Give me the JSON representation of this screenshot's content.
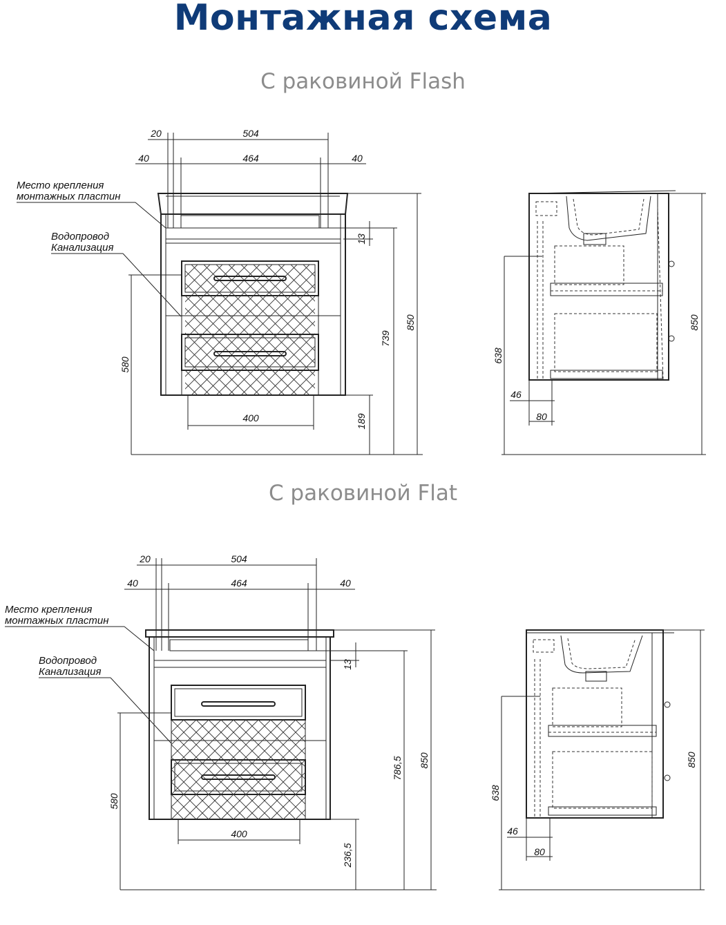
{
  "title": "Монтажная схема",
  "colors": {
    "title": "#0f3b78",
    "subtitle": "#8c8c8c",
    "lines": "#222222"
  },
  "sections": [
    {
      "subtitle": "С раковиной Flash",
      "front": {
        "dims": {
          "d20": "20",
          "d504": "504",
          "d40a": "40",
          "d464": "464",
          "d40b": "40",
          "d13": "13",
          "d739": "739",
          "d850": "850",
          "d580": "580",
          "d400": "400",
          "d189": "189"
        },
        "labels": {
          "mount1": "Место крепления",
          "mount2": "монтажных пластин",
          "pipes1": "Водопровод",
          "pipes2": "Канализация"
        }
      },
      "side": {
        "dims": {
          "d850": "850",
          "d638": "638",
          "d46": "46",
          "d80": "80"
        }
      }
    },
    {
      "subtitle": "С раковиной Flat",
      "front": {
        "dims": {
          "d20": "20",
          "d504": "504",
          "d40a": "40",
          "d464": "464",
          "d40b": "40",
          "d13": "13",
          "d739": "786,5",
          "d850": "850",
          "d580": "580",
          "d400": "400",
          "d189": "236,5"
        },
        "labels": {
          "mount1": "Место крепления",
          "mount2": "монтажных пластин",
          "pipes1": "Водопровод",
          "pipes2": "Канализация"
        }
      },
      "side": {
        "dims": {
          "d850": "850",
          "d638": "638",
          "d46": "46",
          "d80": "80"
        }
      }
    }
  ]
}
